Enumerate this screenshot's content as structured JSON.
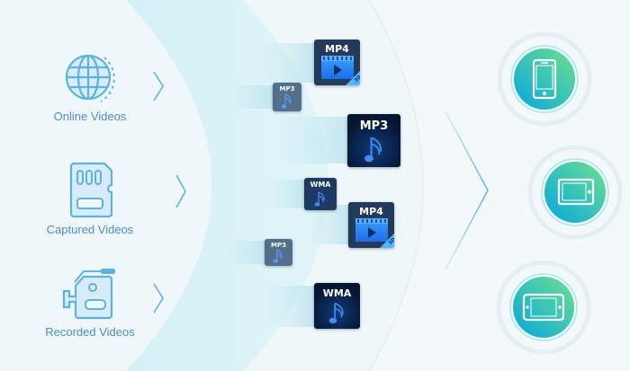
{
  "sources": [
    {
      "label": "Online Videos",
      "icon": "globe-icon"
    },
    {
      "label": "Captured Videos",
      "icon": "sd-card-icon"
    },
    {
      "label": "Recorded Videos",
      "icon": "camcorder-icon"
    }
  ],
  "formats": [
    {
      "label": "MP4",
      "type": "video",
      "badge": "3D"
    },
    {
      "label": "MP3",
      "type": "audio"
    },
    {
      "label": "MP3",
      "type": "audio"
    },
    {
      "label": "WMA",
      "type": "audio"
    },
    {
      "label": "MP4",
      "type": "video",
      "badge": "3D"
    },
    {
      "label": "MP3",
      "type": "audio"
    },
    {
      "label": "WMA",
      "type": "audio"
    }
  ],
  "devices": [
    {
      "name": "smartphone",
      "icon": "smartphone-icon"
    },
    {
      "name": "tablet",
      "icon": "tablet-icon"
    },
    {
      "name": "handheld-console",
      "icon": "game-console-icon"
    }
  ],
  "colors": {
    "accent": "#5ab4dc",
    "label_text": "#4a8fc4",
    "tile_dark": "#0a2246",
    "device_gradient_start": "#06a6e0",
    "device_gradient_end": "#6ee08e"
  }
}
